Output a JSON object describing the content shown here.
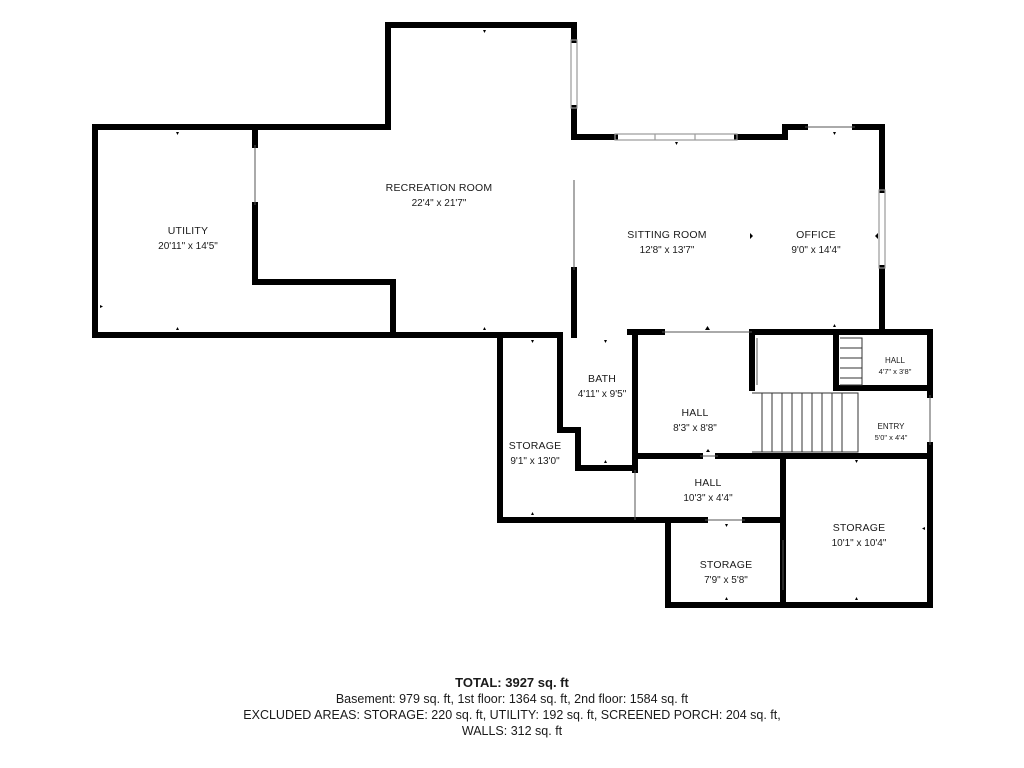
{
  "rooms": {
    "utility": {
      "name": "UTILITY",
      "dims": "20'11\" x 14'5\""
    },
    "recreation": {
      "name": "RECREATION ROOM",
      "dims": "22'4\" x 21'7\""
    },
    "sitting": {
      "name": "SITTING ROOM",
      "dims": "12'8\" x 13'7\""
    },
    "office": {
      "name": "OFFICE",
      "dims": "9'0\" x 14'4\""
    },
    "bath": {
      "name": "BATH",
      "dims": "4'11\" x 9'5\""
    },
    "storage_left": {
      "name": "STORAGE",
      "dims": "9'1\" x 13'0\""
    },
    "hall_center": {
      "name": "HALL",
      "dims": "8'3\" x 8'8\""
    },
    "hall_small": {
      "name": "HALL",
      "dims": "4'7\" x 3'8\""
    },
    "entry": {
      "name": "ENTRY",
      "dims": "5'0\" x 4'4\""
    },
    "hall_lower": {
      "name": "HALL",
      "dims": "10'3\" x 4'4\""
    },
    "storage_small": {
      "name": "STORAGE",
      "dims": "7'9\" x 5'8\""
    },
    "storage_right": {
      "name": "STORAGE",
      "dims": "10'1\" x 10'4\""
    }
  },
  "summary": {
    "total": "TOTAL: 3927 sq. ft",
    "line1": "Basement: 979 sq. ft, 1st floor: 1364 sq. ft, 2nd floor: 1584 sq. ft",
    "line2": "EXCLUDED AREAS: STORAGE: 220 sq. ft, UTILITY: 192 sq. ft, SCREENED PORCH: 204 sq. ft,",
    "line3": "WALLS: 312 sq. ft"
  },
  "colors": {
    "wall": "#000000",
    "background": "#ffffff",
    "window": "#9a9a9a"
  }
}
